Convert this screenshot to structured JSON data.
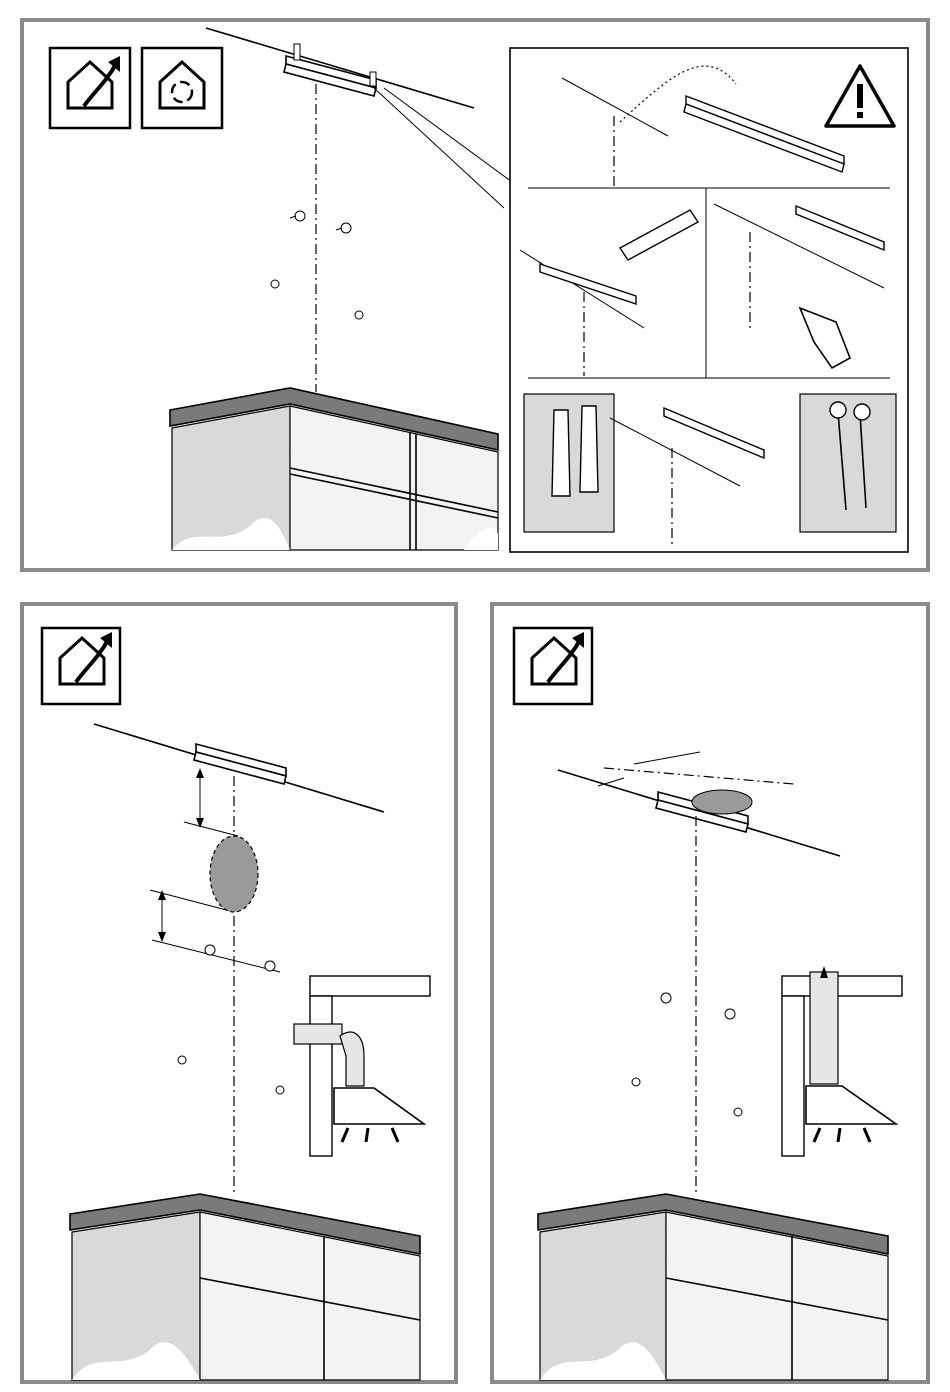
{
  "diagram": {
    "title": "",
    "panels": [
      {
        "id": "top",
        "icons": [
          "ducted-exhaust-icon",
          "recirculation-icon"
        ],
        "inset_icon": "warning-icon"
      },
      {
        "id": "bottom-left",
        "icons": [
          "ducted-exhaust-icon"
        ]
      },
      {
        "id": "bottom-right",
        "icons": [
          "ducted-exhaust-icon"
        ]
      }
    ],
    "colors": {
      "frame": "#8a8a8a",
      "fill_grey": "#d9d9d9",
      "line": "#000000",
      "hole_grey": "#9a9a9a"
    }
  }
}
